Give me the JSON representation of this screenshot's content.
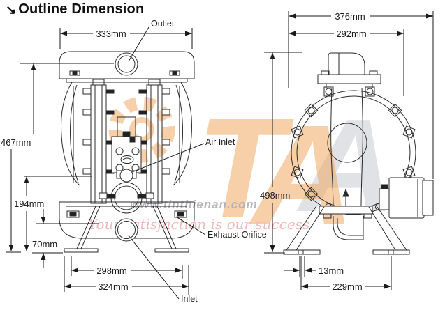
{
  "title": {
    "icon": "↘",
    "text": "Outline Dimension"
  },
  "watermark": {
    "url": "www.tinthienan.com",
    "slogan": "Your satisfaction is our success",
    "logo": {
      "t": "T",
      "a": "A"
    },
    "colors": {
      "orange": "#f0a257",
      "gray": "#b9bcc4",
      "pink": "#f2b6b8",
      "url_gray": "#a9abb2"
    }
  },
  "front_view": {
    "labels": {
      "outlet": "Outlet",
      "air_inlet": "Air Inlet",
      "exhaust_orifice": "Exhaust Orifice",
      "inlet": "Inlet"
    },
    "dims": {
      "top_width": "333mm",
      "overall_height": "467mm",
      "air_inlet_height": "194mm",
      "inlet_height": "70mm",
      "inner_foot_span": "298mm",
      "outer_foot_span": "324mm"
    }
  },
  "side_view": {
    "dims": {
      "overall_width": "376mm",
      "body_width": "292mm",
      "overall_height": "498mm",
      "foot_plate_thickness": "13mm",
      "foot_center_span": "229mm"
    }
  }
}
